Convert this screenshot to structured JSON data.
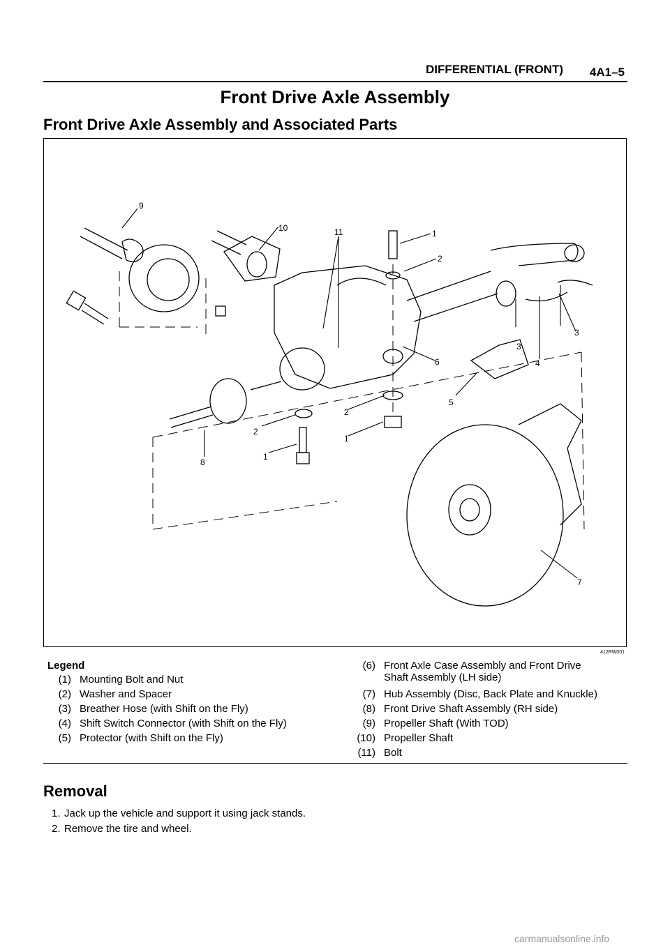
{
  "header": {
    "section": "DIFFERENTIAL (FRONT)",
    "page": "4A1–5"
  },
  "title": "Front Drive Axle Assembly",
  "subtitle": "Front Drive Axle Assembly and Associated Parts",
  "figure": {
    "code": "412RW001",
    "callouts": [
      "9",
      "10",
      "11",
      "1",
      "2",
      "3",
      "3",
      "4",
      "6",
      "5",
      "2",
      "2",
      "1",
      "1",
      "8",
      "7"
    ]
  },
  "legend": {
    "title": "Legend",
    "left": [
      {
        "num": "(1)",
        "text": "Mounting Bolt and Nut"
      },
      {
        "num": "(2)",
        "text": "Washer and Spacer"
      },
      {
        "num": "(3)",
        "text": "Breather Hose (with Shift on the Fly)"
      },
      {
        "num": "(4)",
        "text": "Shift Switch Connector (with Shift on the Fly)"
      },
      {
        "num": "(5)",
        "text": "Protector (with Shift on the Fly)"
      }
    ],
    "right": [
      {
        "num": "(6)",
        "text": "Front Axle Case Assembly and Front Drive",
        "text2": "Shaft Assembly (LH side)"
      },
      {
        "num": "(7)",
        "text": "Hub Assembly (Disc, Back Plate and Knuckle)"
      },
      {
        "num": "(8)",
        "text": "Front Drive Shaft Assembly (RH side)"
      },
      {
        "num": "(9)",
        "text": "Propeller Shaft (With TOD)"
      },
      {
        "num": "(10)",
        "text": "Propeller Shaft"
      },
      {
        "num": "(11)",
        "text": "Bolt"
      }
    ]
  },
  "removal": {
    "heading": "Removal",
    "steps": [
      {
        "n": "1.",
        "text": "Jack up the vehicle and support it using jack stands."
      },
      {
        "n": "2.",
        "text": "Remove the tire and wheel."
      }
    ]
  },
  "watermark": "carmanualsonline.info"
}
